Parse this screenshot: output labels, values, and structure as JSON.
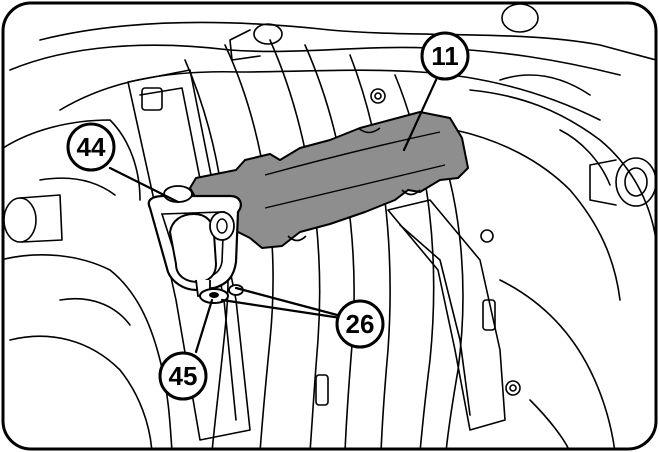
{
  "figure": {
    "callouts": [
      {
        "id": "callout-11",
        "label": "11",
        "part": "retaining-plate"
      },
      {
        "id": "callout-44",
        "label": "44",
        "part": "pin-clip"
      },
      {
        "id": "callout-26",
        "label": "26",
        "part": "pin"
      },
      {
        "id": "callout-45",
        "label": "45",
        "part": "washer"
      }
    ],
    "colors": {
      "line": "#000000",
      "plate": "#8e8e8e",
      "background": "#ffffff",
      "frame": "#000000"
    }
  }
}
